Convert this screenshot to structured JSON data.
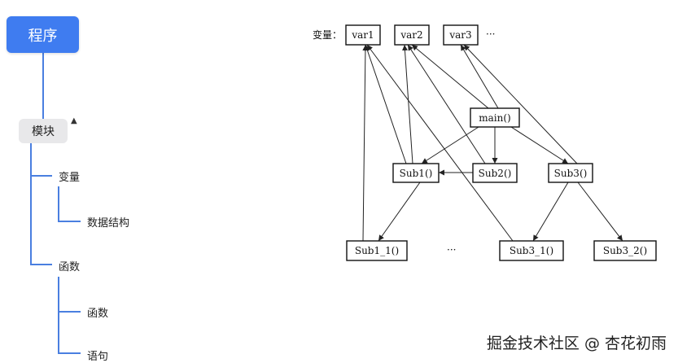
{
  "mindmap": {
    "root": "程序",
    "module": "模块",
    "variable": "变量",
    "data_structure": "数据结构",
    "function": "函数",
    "sub_function": "函数",
    "statement": "语句",
    "line_color": "#4a7fe0",
    "root_color": "#3f7cf0"
  },
  "diagram": {
    "var_label": "变量：",
    "vars": [
      "var1",
      "var2",
      "var3"
    ],
    "ellipsis": "···",
    "main": "main()",
    "subs": [
      "Sub1()",
      "Sub2()",
      "Sub3()"
    ],
    "leaves": [
      "Sub1_1()",
      "Sub3_1()",
      "Sub3_2()"
    ],
    "leaf_ellipsis": "···"
  },
  "watermark": "掘金技术社区 @ 杏花初雨"
}
